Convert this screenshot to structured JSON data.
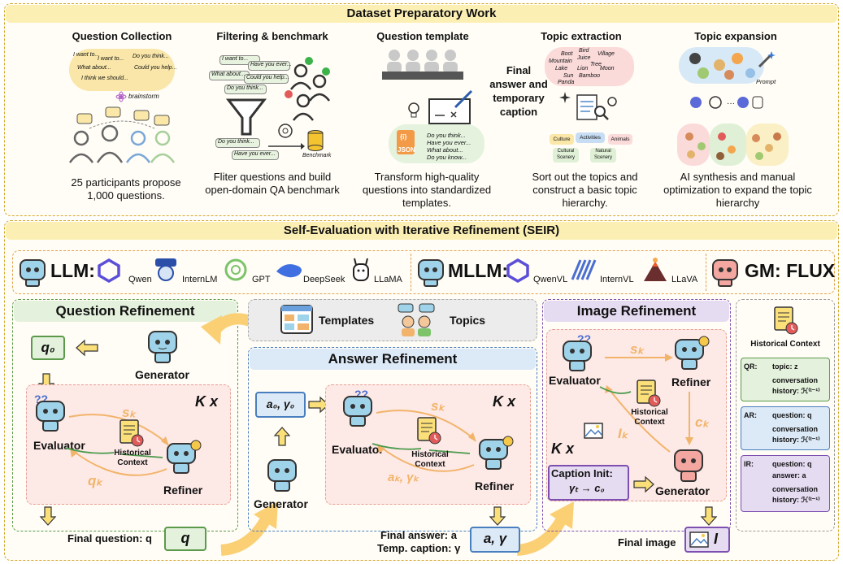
{
  "top": {
    "title": "Dataset Preparatory Work",
    "stages": [
      {
        "heading": "Question Collection",
        "caption": "25 participants propose 1,000 questions."
      },
      {
        "heading": "Filtering & benchmark",
        "caption": "Fliter questions and build open-domain QA benchmark"
      },
      {
        "heading": "Question template",
        "caption": "Transform high-quality questions into standardized templates."
      },
      {
        "heading": "Topic extraction",
        "caption": "Sort out the topics and construct a basic topic hierarchy."
      },
      {
        "heading": "Topic expansion",
        "caption": "AI synthesis and manual optimization to expand the topic hierarchy"
      }
    ],
    "final_answer_note": "Final answer and temporary caption",
    "bubble_questions": [
      "I want to...",
      "I want to...",
      "Do you think...",
      "Could you help...",
      "What about...",
      "I think we should..."
    ],
    "brainstorm": "brainstorm",
    "filter_bubbles": [
      "I want to...",
      "Have you ever...",
      "What about...",
      "Could you help...",
      "Do you think..."
    ],
    "filter_out": [
      "Do you think...",
      "Have you ever..."
    ],
    "benchmark": "Benchmark",
    "json_label": "JSON",
    "json_icon": "{i}",
    "template_lines": [
      "Do you think...",
      "Have you ever...",
      "What about...",
      "Do you know..."
    ],
    "topic_words": [
      "Boot",
      "Bird",
      "Village",
      "Mountain",
      "Juice",
      "Tree",
      "Lake",
      "Lion",
      "Moon",
      "Sun",
      "Bamboo",
      "Panda"
    ],
    "topic_categories": [
      "Culture",
      "Activities",
      "Animals",
      "Cultural Scenery",
      "Natural Scenery"
    ],
    "prompt_label": "Prompt"
  },
  "seir": {
    "title": "Self-Evaluation with Iterative Refinement (SEIR)",
    "llm_label": "LLM:",
    "llm_models": [
      "Qwen",
      "InternLM",
      "GPT",
      "DeepSeek",
      "LLaMA"
    ],
    "mllm_label": "MLLM:",
    "mllm_models": [
      "QwenVL",
      "InternVL",
      "LLaVA"
    ],
    "gm_label": "GM: FLUX"
  },
  "qr": {
    "title": "Question Refinement",
    "q0": "q₀",
    "generator": "Generator",
    "kx": "K x",
    "evaluator": "Evaluator",
    "refiner": "Refiner",
    "sk": "sₖ",
    "qk": "qₖ",
    "hist": "Historical Context",
    "final_label": "Final question: q",
    "final_box": "q"
  },
  "mid": {
    "templates": "Templates",
    "topics": "Topics"
  },
  "ar": {
    "title": "Answer Refinement",
    "a0": "a₀, γ₀",
    "generator": "Generator",
    "kx": "K x",
    "evaluator": "Evaluator",
    "refiner": "Refiner",
    "sk": "sₖ",
    "akgk": "aₖ, γₖ",
    "hist": "Historical Context",
    "final_label_1": "Final answer: a",
    "final_label_2": "Temp. caption: γ",
    "final_box": "a, γ"
  },
  "ir": {
    "title": "Image Refinement",
    "evaluator": "Evaluator",
    "refiner": "Refiner",
    "generator": "Generator",
    "sk": "sₖ",
    "ck": "cₖ",
    "ik": "Iₖ",
    "hist": "Historical Context",
    "kx": "K x",
    "caption_init": "Caption Init:",
    "caption_formula": "γₜ → c₀",
    "final_label": "Final image",
    "final_box": "I"
  },
  "hc": {
    "title": "Historical Context",
    "rows": [
      {
        "tag": "QR:",
        "line1": "topic:  z",
        "line2": "conversation",
        "line3": "history: ℋ⁽ᵗ⁻¹⁾"
      },
      {
        "tag": "AR:",
        "line1": "question:  q",
        "line2": "conversation",
        "line3": "history: ℋ⁽ᵗ⁻¹⁾"
      },
      {
        "tag": "IR:",
        "line1": "question:  q",
        "line1b": "answer:  a",
        "line2": "conversation",
        "line3": "history: ℋ⁽ᵗ⁻¹⁾"
      }
    ]
  },
  "colors": {
    "top_bg": "#fdf7e3",
    "band_yellow": "#fcefb4",
    "border_yellow": "#d4a72c",
    "green_bg": "#e4f1dc",
    "green_border": "#5b9a4a",
    "blue_bg": "#dce9f6",
    "blue_border": "#4a7fbf",
    "purple_bg": "#e6dcf2",
    "purple_border": "#7d4fb0",
    "pink_bg": "#fde9e6",
    "pink_border": "#e79f94",
    "arrow_orange": "#f2b46a"
  }
}
